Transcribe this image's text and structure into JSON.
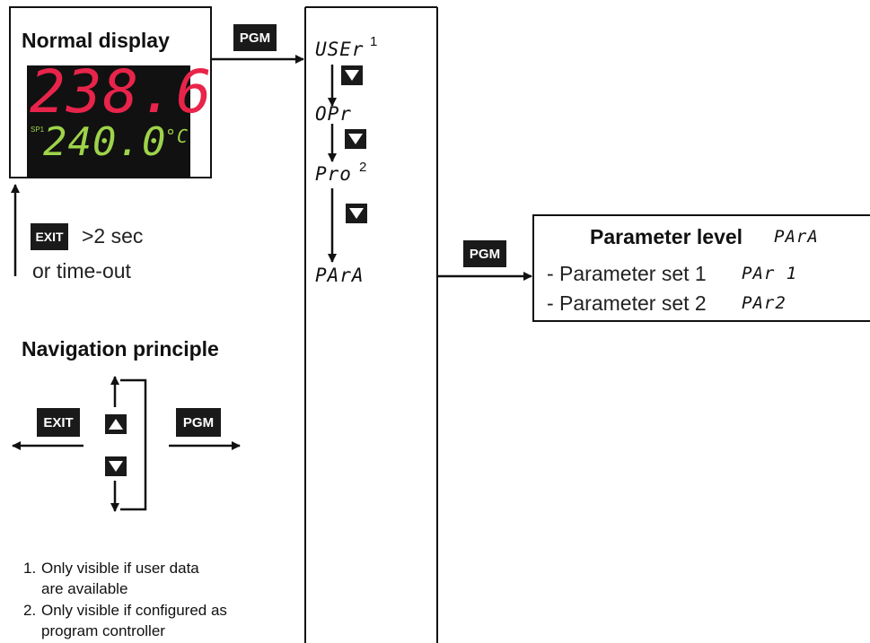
{
  "normal_display": {
    "title": "Normal display",
    "main_value": "238.6",
    "setpoint_label": "SP1",
    "setpoint_value": "240.0",
    "unit": "°C"
  },
  "keys": {
    "pgm": "PGM",
    "exit": "EXIT"
  },
  "return_note": {
    "line1": ">2 sec",
    "line2": "or time-out"
  },
  "menu": {
    "items": [
      {
        "label": "USEr",
        "note": "1"
      },
      {
        "label": "OPr",
        "note": ""
      },
      {
        "label": "Pro",
        "note": "2"
      },
      {
        "label": "PArA",
        "note": ""
      }
    ]
  },
  "parameter_level": {
    "title": "Parameter level",
    "code": "PArA",
    "set1_text": "- Parameter set 1",
    "set1_code": "PAr 1",
    "set2_text": "- Parameter set 2",
    "set2_code": "PAr2"
  },
  "navigation": {
    "title": "Navigation principle"
  },
  "footnotes": {
    "n1_num": "1.",
    "n1_line1": "Only visible if user data",
    "n1_line2": "are available",
    "n2_num": "2.",
    "n2_line1": "Only visible if configured as",
    "n2_line2": "program controller"
  },
  "colors": {
    "display_bg": "#111111",
    "main_digits": "#e8244a",
    "setpoint_digits": "#9ed34a"
  }
}
